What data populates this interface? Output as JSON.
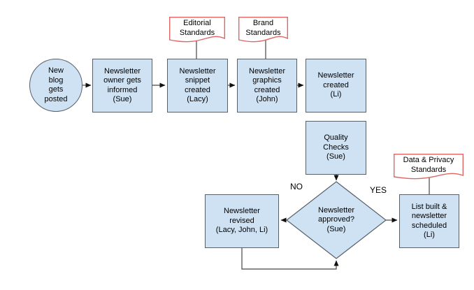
{
  "diagram": {
    "colors": {
      "background": "#ffffff",
      "node_fill": "#cfe2f3",
      "node_border": "#56606b",
      "doc_border": "#e06666",
      "doc_fill": "#ffffff",
      "connector": "#454545",
      "arrowhead": "#111111",
      "text": "#000000"
    },
    "nodes": {
      "start": {
        "type": "circle",
        "label": "New\nblog\ngets\nposted"
      },
      "informed": {
        "type": "process",
        "label": "Newsletter\nowner gets\ninformed\n(Sue)"
      },
      "snippet": {
        "type": "process",
        "label": "Newsletter\nsnippet\ncreated\n(Lacy)"
      },
      "graphics": {
        "type": "process",
        "label": "Newsletter\ngraphics\ncreated\n(John)"
      },
      "created": {
        "type": "process",
        "label": "Newsletter\ncreated\n(Li)"
      },
      "quality": {
        "type": "process",
        "label": "Quality\nChecks\n(Sue)"
      },
      "approved": {
        "type": "decision",
        "label": "Newsletter\napproved?\n(Sue)"
      },
      "revised": {
        "type": "process",
        "label": "Newsletter\nrevised\n(Lacy, John, Li)"
      },
      "scheduled": {
        "type": "process",
        "label": "List built &\nnewsletter\nscheduled\n(Li)"
      }
    },
    "documents": {
      "editorial": {
        "label": "Editorial\nStandards"
      },
      "brand": {
        "label": "Brand\nStandards"
      },
      "privacy": {
        "label": "Data & Privacy\nStandards"
      }
    },
    "edge_labels": {
      "no": "NO",
      "yes": "YES"
    }
  }
}
